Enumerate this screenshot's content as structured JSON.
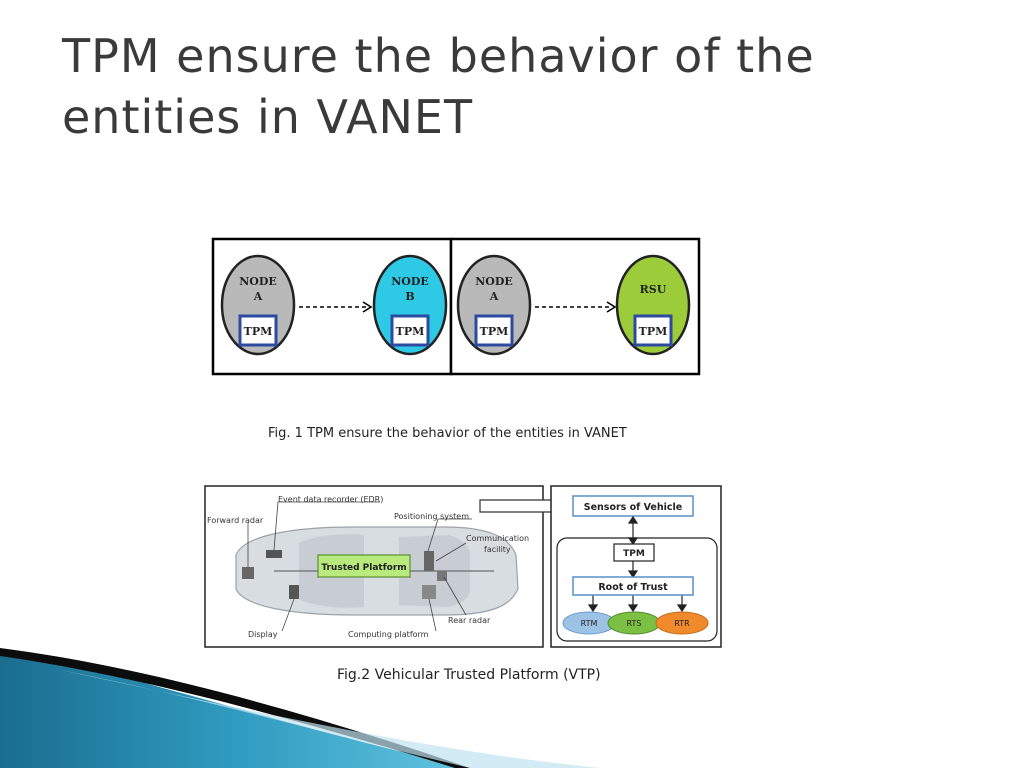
{
  "slide": {
    "title": "TPM ensure the behavior of the entities in VANET"
  },
  "fig1": {
    "caption": "Fig. 1 TPM ensure the behavior of the entities in VANET",
    "left_panel": {
      "node_a": {
        "line1": "NODE",
        "line2": "A",
        "tpm": "TPM"
      },
      "node_b": {
        "line1": "NODE",
        "line2": "B",
        "tpm": "TPM"
      }
    },
    "right_panel": {
      "node_a": {
        "line1": "NODE",
        "line2": "A",
        "tpm": "TPM"
      },
      "rsu": {
        "line1": "RSU",
        "tpm": "TPM"
      }
    },
    "colors": {
      "node_a": "#b9b9b9",
      "node_b": "#2ec9e4",
      "rsu": "#9ccc3a",
      "tpm_border": "#2b4aa0"
    }
  },
  "fig2": {
    "caption": "Fig.2 Vehicular Trusted Platform (VTP)",
    "car": {
      "edr": "Event data recorder (EDR)",
      "forward_radar": "Forward radar",
      "positioning": "Positioning system",
      "communication_line1": "Communication",
      "communication_line2": "facility",
      "trusted_platform": "Trusted Platform",
      "rear_radar": "Rear radar",
      "display": "Display",
      "computing": "Computing platform"
    },
    "vtp": {
      "sensors": "Sensors of Vehicle",
      "tpm": "TPM",
      "root": "Root of Trust",
      "rtm": "RTM",
      "rts": "RTS",
      "rtr": "RTR"
    },
    "colors": {
      "trusted_platform": "#b8ea7e",
      "rtm": "#9cc3e6",
      "rts": "#7bc043",
      "rtr": "#f08a2c",
      "box_border": "#5b8fc7"
    }
  }
}
